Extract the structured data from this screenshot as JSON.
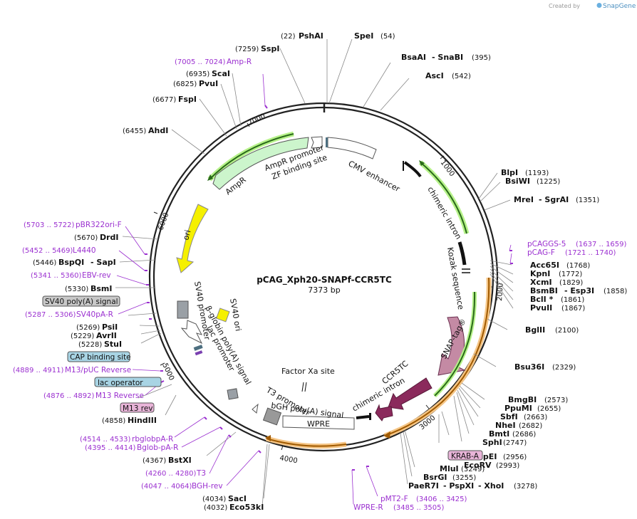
{
  "credit": {
    "text": "Created by",
    "brand": "SnapGene"
  },
  "map": {
    "name": "pCAG_Xph20-SNAPf-CCR5TC",
    "length": "7373 bp"
  },
  "ticks": [
    "1000",
    "2000",
    "3000",
    "4000",
    "5000",
    "6000",
    "7000"
  ],
  "sites": [
    {
      "name": "PshAI",
      "pos": "(22)"
    },
    {
      "name": "SpeI",
      "pos": "(54)"
    },
    {
      "name": "BsaAI",
      "name2": "- SnaBI",
      "pos": "(395)"
    },
    {
      "name": "AscI",
      "pos": "(542)"
    },
    {
      "name": "BlpI",
      "pos": "(1193)"
    },
    {
      "name": "BsiWI",
      "pos": "(1225)"
    },
    {
      "name": "MreI",
      "name2": "- SgrAI",
      "pos": "(1351)"
    },
    {
      "name": "Acc65I",
      "pos": "(1768)"
    },
    {
      "name": "KpnI",
      "pos": "(1772)"
    },
    {
      "name": "XcmI",
      "pos": "(1829)"
    },
    {
      "name": "BsmBI",
      "name2": "- Esp3I",
      "pos": "(1858)"
    },
    {
      "name": "BclI *",
      "pos": "(1861)"
    },
    {
      "name": "PvuII",
      "pos": "(1867)"
    },
    {
      "name": "BglII",
      "pos": "(2100)"
    },
    {
      "name": "Bsu36I",
      "pos": "(2329)"
    },
    {
      "name": "BmgBI",
      "pos": "(2573)"
    },
    {
      "name": "PpuMI",
      "pos": "(2655)"
    },
    {
      "name": "SbfI",
      "pos": "(2663)"
    },
    {
      "name": "NheI",
      "pos": "(2682)"
    },
    {
      "name": "BmtI",
      "pos": "(2686)"
    },
    {
      "name": "SphI",
      "pos": "(2747)"
    },
    {
      "name": "BspEI",
      "pos": "(2956)"
    },
    {
      "name": "EcoRV",
      "pos": "(2993)"
    },
    {
      "name": "MluI",
      "pos": "(3249)"
    },
    {
      "name": "BsrGI",
      "pos": "(3255)"
    },
    {
      "name": "PaeR7I",
      "name2": "- PspXI",
      "name3": "- XhoI",
      "pos": "(3278)"
    },
    {
      "name": "SacI",
      "pos": "(4034)"
    },
    {
      "name": "Eco53kI",
      "pos": "(4032)"
    },
    {
      "name": "BstXI",
      "pos": "(4367)"
    },
    {
      "name": "HindIII",
      "pos": "(4858)"
    },
    {
      "name": "StuI",
      "pos": "(5228)"
    },
    {
      "name": "AvrII",
      "pos": "(5229)"
    },
    {
      "name": "PsiI",
      "pos": "(5269)"
    },
    {
      "name": "BsmI",
      "pos": "(5330)"
    },
    {
      "name": "BspQI",
      "name2": "- SapI",
      "pos": "(5446)"
    },
    {
      "name": "DrdI",
      "pos": "(5670)"
    },
    {
      "name": "AhdI",
      "pos": "(6455)"
    },
    {
      "name": "FspI",
      "pos": "(6677)"
    },
    {
      "name": "PvuI",
      "pos": "(6825)"
    },
    {
      "name": "ScaI",
      "pos": "(6935)"
    },
    {
      "name": "SspI",
      "pos": "(7259)"
    }
  ],
  "primers": [
    {
      "name": "Amp-R",
      "range": "(7005 .. 7024)"
    },
    {
      "name": "pCAGGS-5",
      "range": "(1637 .. 1659)"
    },
    {
      "name": "pCAG-F",
      "range": "(1721 .. 1740)"
    },
    {
      "name": "pBR322ori-F",
      "range": "(5703 .. 5722)"
    },
    {
      "name": "L4440",
      "range": "(5452 .. 5469)"
    },
    {
      "name": "EBV-rev",
      "range": "(5341 .. 5360)"
    },
    {
      "name": "SV40pA-R",
      "range": "(5287 .. 5306)"
    },
    {
      "name": "M13/pUC Reverse",
      "range": "(4889 .. 4911)"
    },
    {
      "name": "M13 Reverse",
      "range": "(4876 .. 4892)"
    },
    {
      "name": "rbglobpA-R",
      "range": "(4514 .. 4533)"
    },
    {
      "name": "Bglob-pA-R",
      "range": "(4395 .. 4414)"
    },
    {
      "name": "T3",
      "range": "(4260 .. 4280)"
    },
    {
      "name": "BGH-rev",
      "range": "(4047 .. 4064)"
    },
    {
      "name": "pMT2-F",
      "range": "(3406 .. 3425)"
    },
    {
      "name": "WPRE-R",
      "range": "(3485 .. 3505)"
    }
  ],
  "boxed": {
    "sv40_polya": "SV40 poly(A) signal",
    "cap_site": "CAP binding site",
    "lac_operator": "lac operator",
    "m13_rev": "M13 rev",
    "krab": "KRAB-A"
  },
  "features": {
    "cmv": "CMV enhancer",
    "chimeric_intron": "chimeric intron",
    "kozak": "Kozak sequence",
    "snap": "SNAP-tag®",
    "ccr5tc": "CCR5TC",
    "chimeric_intron2": "chimeric intron",
    "wpre": "WPRE",
    "bgh": "bGH poly(A) signal",
    "t3": "T3 promoter",
    "factorxa": "Factor Xa site",
    "lac_promoter": "lac promoter",
    "bglobin": "β-globin poly(A) signal",
    "sv40_promoter": "SV40 promoter",
    "sv40_ori": "SV40 ori",
    "ori": "ori",
    "ampr": "AmpR",
    "ampr_promoter": "AmpR promoter",
    "zf": "ZF binding site"
  },
  "colors": {
    "prim": "#9b30d0",
    "ori": "#f5f000",
    "ampr": "#ccf5cc",
    "snap": "#c48aa4",
    "ccr5": "#8b2a5c",
    "intron_glow": "#b7f28a",
    "orange_glow": "#f5c585",
    "boxed_blue": "#a8d4e4",
    "boxed_pink": "#e8b4d8"
  }
}
